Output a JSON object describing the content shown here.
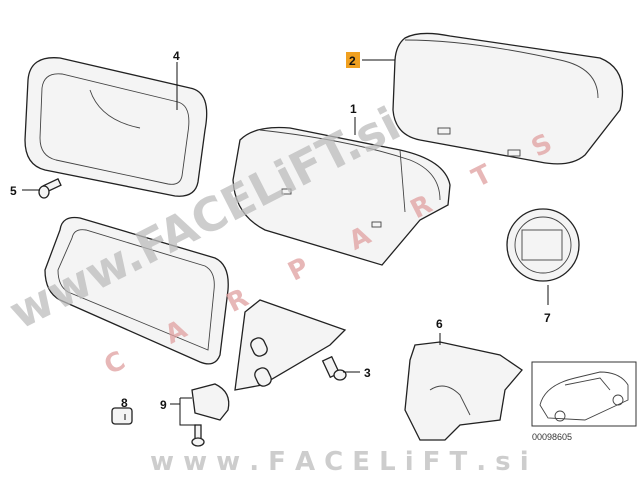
{
  "diagram": {
    "labels": [
      {
        "num": "1"
      },
      {
        "num": "2",
        "highlighted": true
      },
      {
        "num": "3"
      },
      {
        "num": "4"
      },
      {
        "num": "5"
      },
      {
        "num": "6"
      },
      {
        "num": "7"
      },
      {
        "num": "8"
      },
      {
        "num": "9"
      }
    ],
    "highlight_color": "#f0a020",
    "inset_code": "00098605",
    "watermark_main": "www.FACELiFT.si",
    "watermark_sub": "C A R   P A R T S",
    "watermark_bottom": "w w w . F A C E L i F T . s i"
  }
}
